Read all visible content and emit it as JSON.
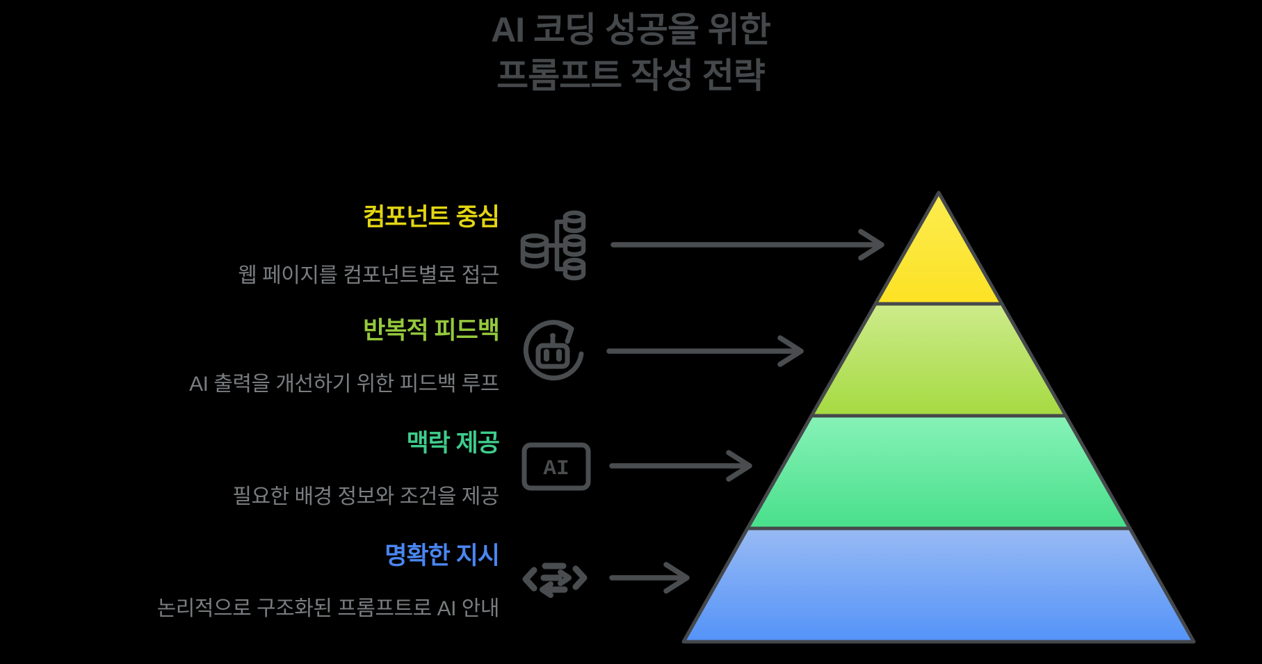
{
  "title": {
    "line1": "AI 코딩 성공을 위한",
    "line2": "프롬프트 작성 전략"
  },
  "strategies": [
    {
      "label": "컴포넌트 중심",
      "description": "웹 페이지를 컴포넌트별로 접근",
      "label_color": "#E3D513",
      "icon": "database-branch-icon"
    },
    {
      "label": "반복적 피드백",
      "description": "AI 출력을 개선하기 위한 피드백 루프",
      "label_color": "#95C93D",
      "icon": "robot-refresh-icon"
    },
    {
      "label": "맥락 제공",
      "description": "필요한 배경 정보와 조건을 제공",
      "label_color": "#3ECD8C",
      "icon": "ai-chip-icon",
      "chip_text": "AI"
    },
    {
      "label": "명확한 지시",
      "description": "논리적으로 구조화된 프롬프트로 AI 안내",
      "label_color": "#4A86F2",
      "icon": "box-exchange-icon"
    }
  ],
  "pyramid": {
    "levels": [
      {
        "top": "#FBEC50",
        "bottom": "#FDE224"
      },
      {
        "top": "#CDEB8B",
        "bottom": "#A5DA41"
      },
      {
        "top": "#87F2B7",
        "bottom": "#48DF8B"
      },
      {
        "top": "#98BAF4",
        "bottom": "#5493F8"
      }
    ]
  },
  "colors": {
    "background": "#000000",
    "title": "#45484B",
    "description": "#7A7D80",
    "ink": "#4A4D4F",
    "outline": "#45484B"
  }
}
